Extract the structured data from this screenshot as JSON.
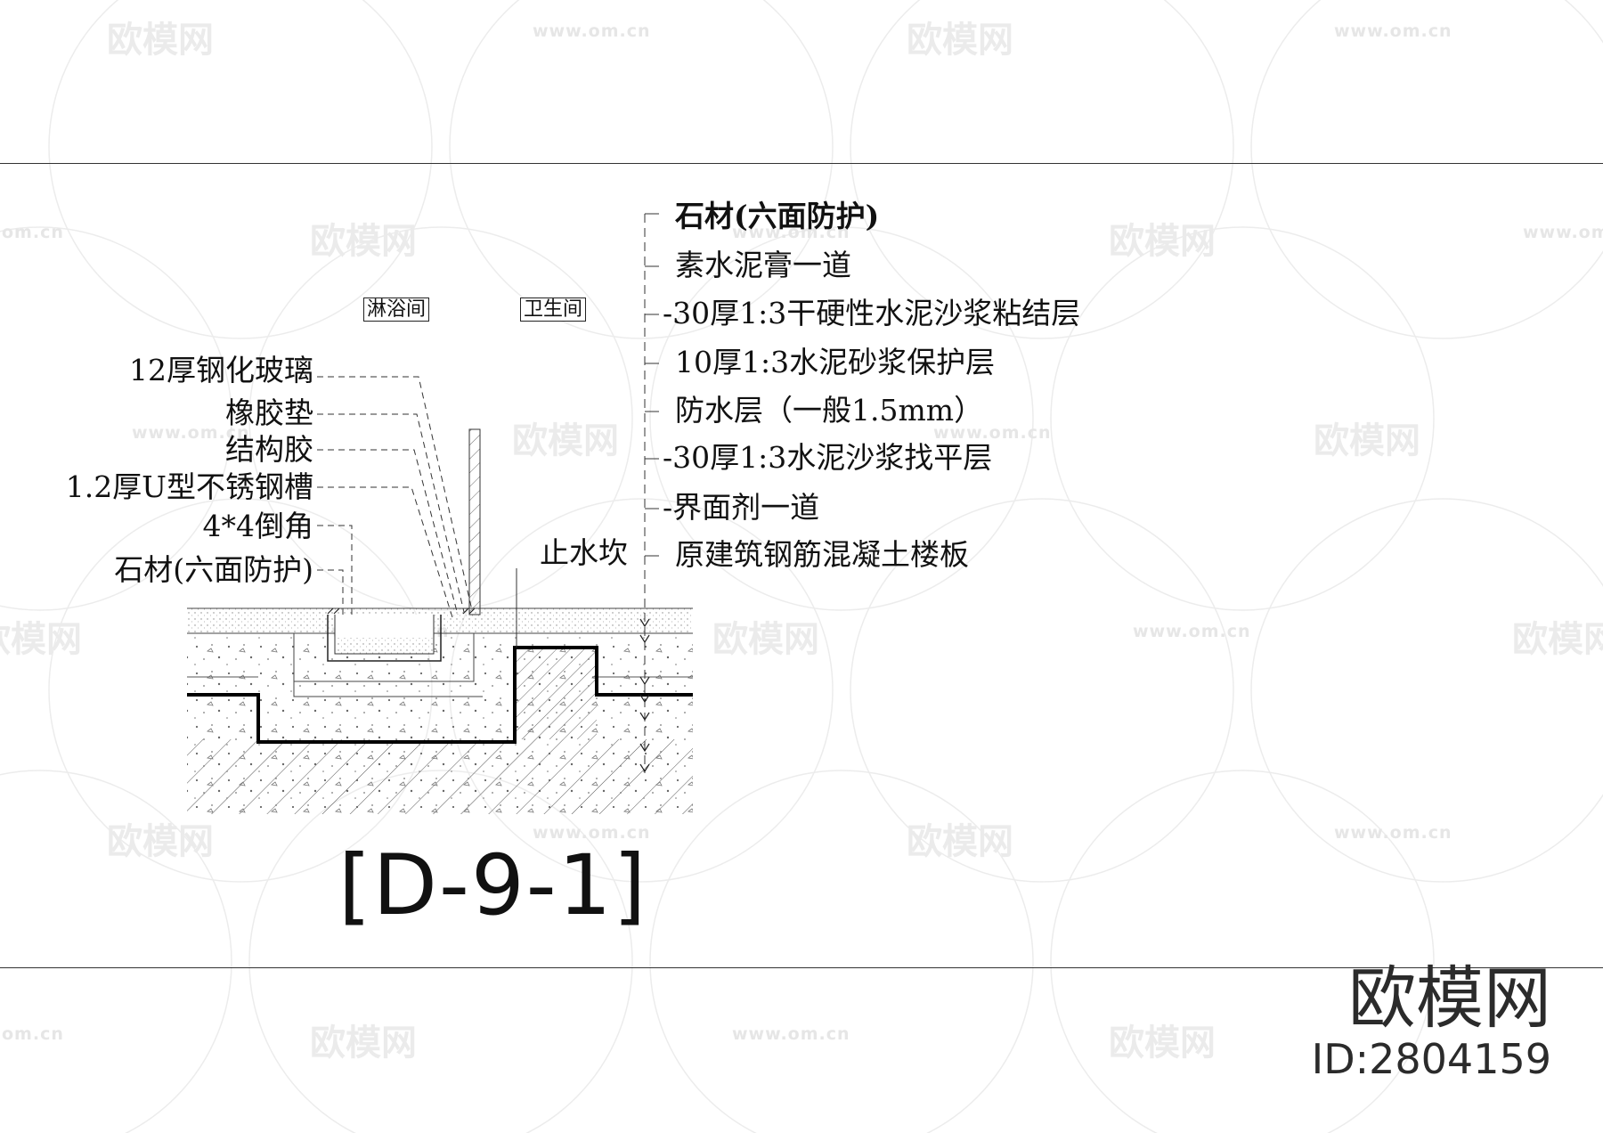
{
  "watermark": {
    "logo_text": "欧模网",
    "url_text": "www.om.cn",
    "url_fragment": "om.cn",
    "logo_fragment": "欧模网"
  },
  "rooms": {
    "shower": "淋浴间",
    "bathroom": "卫生间"
  },
  "left_callouts": [
    "12厚钢化玻璃",
    "橡胶垫",
    "结构胶",
    "1.2厚U型不锈钢槽",
    "4*4倒角",
    "石材(六面防护)"
  ],
  "threshold_label": "止水坎",
  "right_layers": [
    "石材(六面防护)",
    "素水泥膏一道",
    "-30厚1:3干硬性水泥沙浆粘结层",
    "10厚1:3水泥砂浆保护层",
    "防水层（一般1.5mm）",
    "-30厚1:3水泥沙浆找平层",
    "-界面剂一道",
    "原建筑钢筋混凝土楼板"
  ],
  "detail_id": "[D-9-1]",
  "brand": {
    "name": "欧模网",
    "id_text": "ID:2804159"
  },
  "colors": {
    "line": "#111111",
    "watermark": "#ebebeb"
  }
}
